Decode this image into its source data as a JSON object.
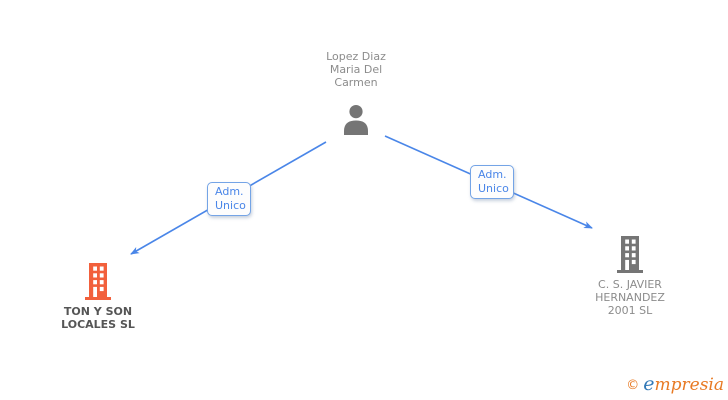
{
  "person": {
    "name": "Lopez Diaz Maria Del Carmen",
    "lines": [
      "Lopez Diaz",
      "Maria Del",
      "Carmen"
    ]
  },
  "edges": [
    {
      "label": "Adm. Unico",
      "label_lines": [
        "Adm.",
        "Unico"
      ]
    },
    {
      "label": "Adm. Unico",
      "label_lines": [
        "Adm.",
        "Unico"
      ]
    }
  ],
  "companies": [
    {
      "name": "TON Y SON LOCALES SL",
      "lines": [
        "TON Y SON",
        "LOCALES SL"
      ],
      "highlighted": true
    },
    {
      "name": "C. S. JAVIER HERNANDEZ 2001 SL",
      "lines": [
        "C. S. JAVIER",
        "HERNANDEZ",
        "2001 SL"
      ],
      "highlighted": false
    }
  ],
  "brand": {
    "symbol": "©",
    "initial": "e",
    "rest": "mpresia"
  },
  "colors": {
    "edge_blue": "#4a86e8",
    "label_border_blue": "#74a4e6",
    "building_highlight_orange": "#f2603c",
    "building_gray": "#757575",
    "person_gray": "#757575",
    "muted_text_gray": "#8c8c8c",
    "primary_text_gray": "#555555",
    "brand_orange": "#e87a24",
    "brand_blue": "#3279b7"
  }
}
